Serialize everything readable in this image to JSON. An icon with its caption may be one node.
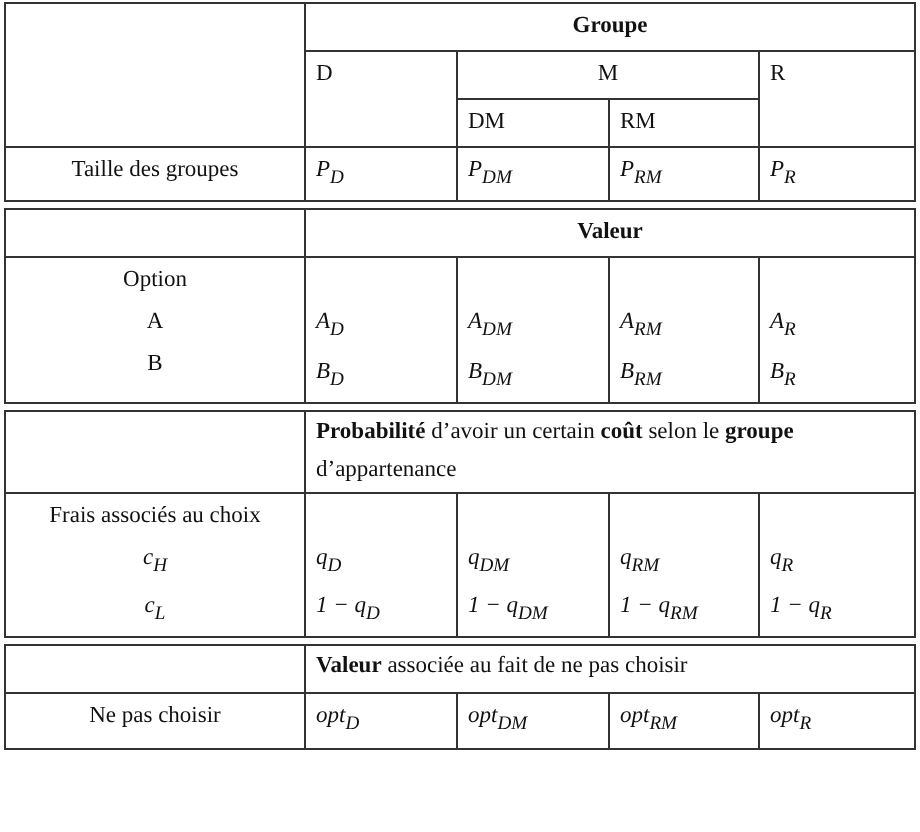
{
  "diagram": {
    "labels": [
      "Groupe",
      "D",
      "M",
      "R",
      "DM",
      "RM",
      "Taille des groupes",
      "P$_{D}$",
      "P$_{DM}$",
      "P$_{RM}$",
      "P$_{R}$",
      "Valeur",
      "Option",
      "A",
      "A$_{D}$",
      "A$_{DM}$",
      "A$_{RM}$",
      "A$_{R}$",
      "B",
      "B$_{D}$",
      "B$_{DM}$",
      "B$_{RM}$",
      "B$_{R}$",
      "**Probabilité** d’avoir un certain **coût** selon le **groupe** d’appartenance",
      "Frais associés au choix",
      "c$_{H}$",
      "q$_{D}$",
      "q$_{DM}$",
      "q$_{RM}$",
      "q$_{R}$",
      "c$_{L}$",
      "1 − q$_{D}$",
      "1 − q$_{DM}$",
      "1 − q$_{RM}$",
      "1 − q$_{R}$",
      "**Valeur** associée au fait de ne pas choisir",
      "Ne pas choisir",
      "opt$_{D}$",
      "opt$_{DM}$",
      "opt$_{RM}$",
      "opt$_{R}$"
    ]
  }
}
